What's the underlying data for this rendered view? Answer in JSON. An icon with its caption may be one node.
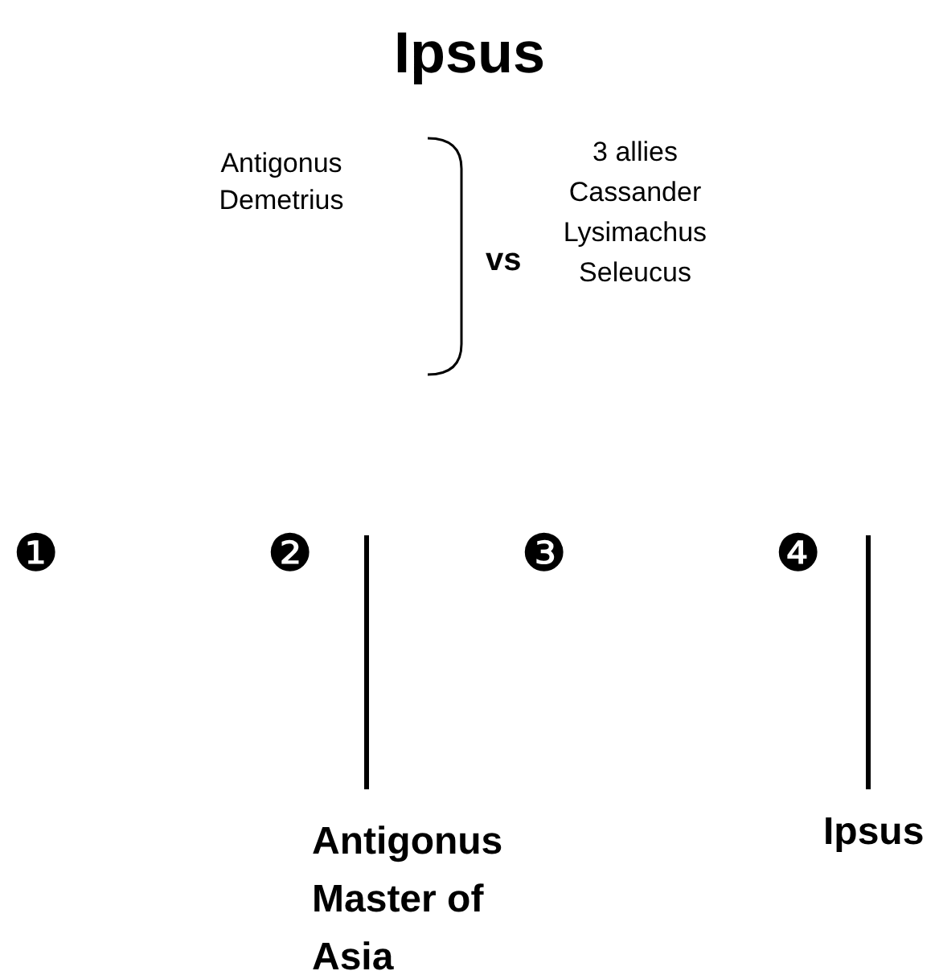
{
  "diagram": {
    "title": "Ipsus",
    "labels": [
      "Antigonus Demetrius",
      "vs",
      "3 allies Cassander Lysimachus Seleucus",
      "❶",
      "❷",
      "❸",
      "❹",
      "Antigonus Master of Asia",
      "Ipsus"
    ]
  }
}
